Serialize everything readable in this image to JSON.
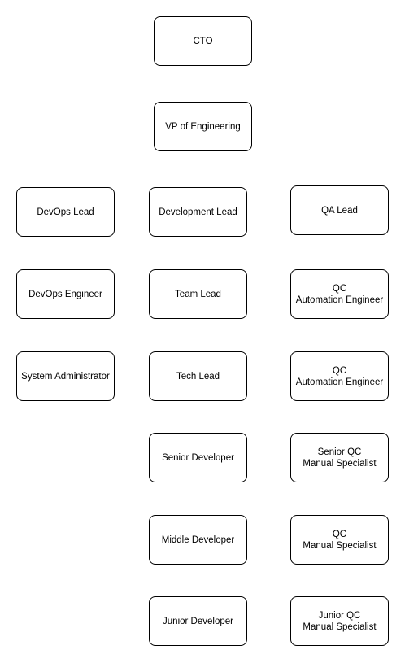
{
  "org_chart": {
    "top": {
      "cto": "CTO",
      "vp": "VP of Engineering"
    },
    "devops_column": {
      "lead": "DevOps Lead",
      "engineer": "DevOps Engineer",
      "sysadmin": "System Administrator"
    },
    "development_column": {
      "lead": "Development Lead",
      "team_lead": "Team Lead",
      "tech_lead": "Tech Lead",
      "senior": "Senior Developer",
      "middle": "Middle Developer",
      "junior": "Junior Developer"
    },
    "qa_column": {
      "lead": "QA Lead",
      "qc_automation_1": "QC\nAutomation Engineer",
      "qc_automation_2": "QC\nAutomation Engineer",
      "senior_qc_manual": "Senior QC\nManual Specialist",
      "qc_manual": "QC\nManual Specialist",
      "junior_qc_manual": "Junior QC\nManual Specialist"
    }
  },
  "style": {
    "border_color": "#000000",
    "fill_color": "#ffffff",
    "background": "#ffffff"
  }
}
